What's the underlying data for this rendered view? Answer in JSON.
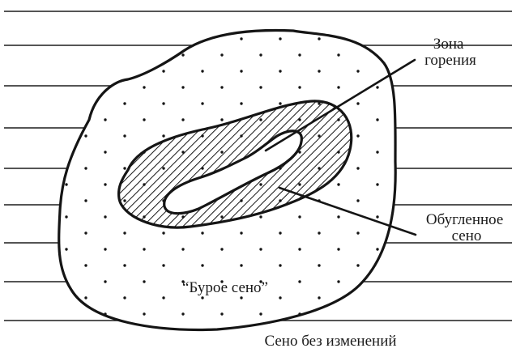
{
  "labels": {
    "burning_zone": [
      "Зона",
      "горения"
    ],
    "charred_hay": [
      "Обугленное",
      "сено"
    ],
    "brown_hay": "“Бурое сено”",
    "unchanged_hay": "Сено без изменений"
  },
  "colors": {
    "ink": "#151515",
    "background": "#ffffff"
  }
}
